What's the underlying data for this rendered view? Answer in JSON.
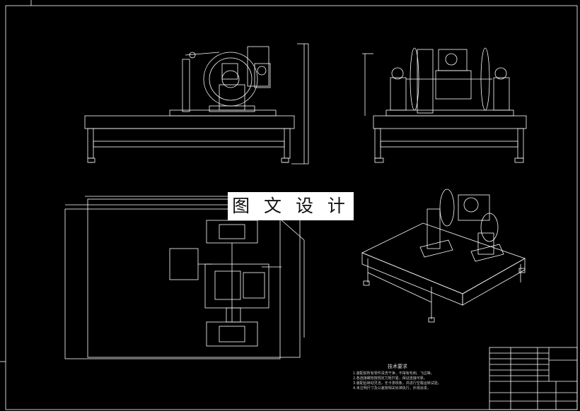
{
  "watermark": "图 文 设 计",
  "technical_requirements": {
    "title": "技术要求",
    "items": [
      "1.装配前所有零件清洗干净，不得有毛刺、飞边等。",
      "2.各连接螺栓按规定力矩拧紧，保证连接可靠。",
      "3.装配后转动灵活，无卡滞现象，并进行空载运转试验。",
      "4.未注明尺寸及公差按相关标准执行，外观涂漆。"
    ]
  },
  "colors": {
    "background": "#000000",
    "lines": "#ffffff",
    "watermark_bg": "#ffffff",
    "watermark_text": "#111111"
  }
}
